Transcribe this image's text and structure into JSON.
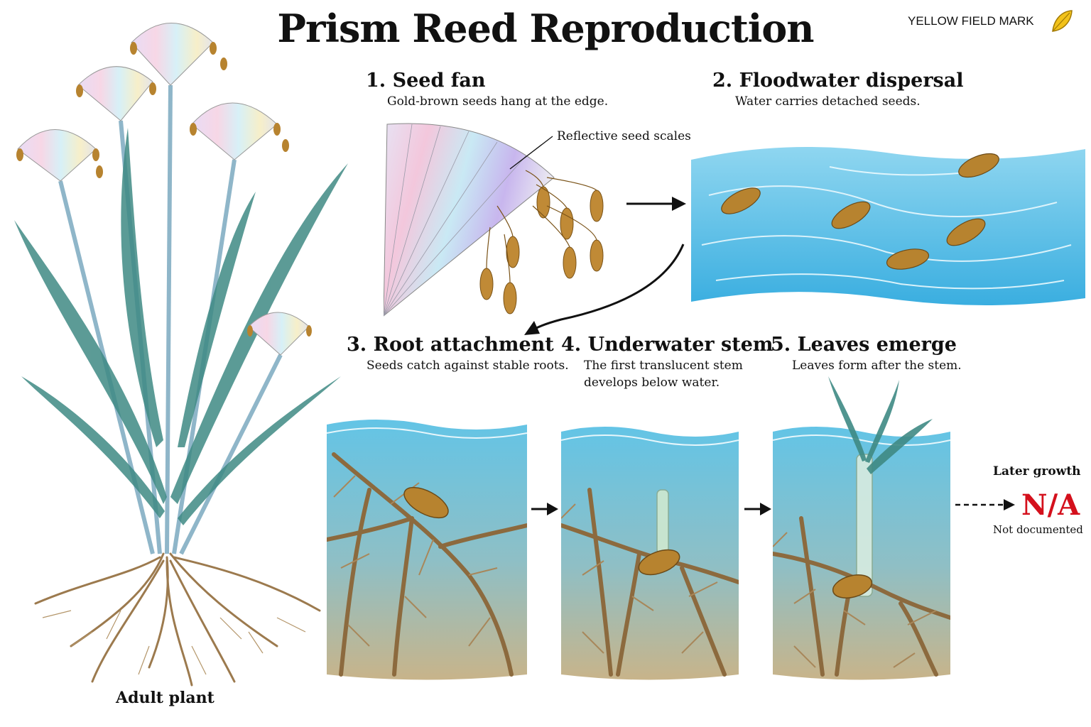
{
  "header": {
    "title": "Prism Reed Reproduction",
    "mark_label": "YELLOW FIELD MARK"
  },
  "adult": {
    "caption": "Adult plant"
  },
  "steps": [
    {
      "title": "1. Seed fan",
      "desc": [
        "Gold-brown seeds hang at the edge."
      ],
      "callout": "Reflective seed scales"
    },
    {
      "title": "2. Floodwater dispersal",
      "desc": [
        "Water carries detached seeds."
      ]
    },
    {
      "title": "3. Root attachment",
      "desc": [
        "Seeds catch against stable roots."
      ]
    },
    {
      "title": "4. Underwater stem",
      "desc": [
        "The first translucent stem",
        "develops below water."
      ]
    },
    {
      "title": "5. Leaves emerge",
      "desc": [
        "Leaves form after the stem."
      ]
    }
  ],
  "later": {
    "label": "Later growth",
    "value": "N/A",
    "note": "Not documented"
  },
  "colors": {
    "accent_red": "#d4101c",
    "mark_yellow": "#f2c21a",
    "water": "#5cc0e8",
    "seed": "#b7832f",
    "leaf": "#3f8a84",
    "root": "#9c7a4e"
  }
}
